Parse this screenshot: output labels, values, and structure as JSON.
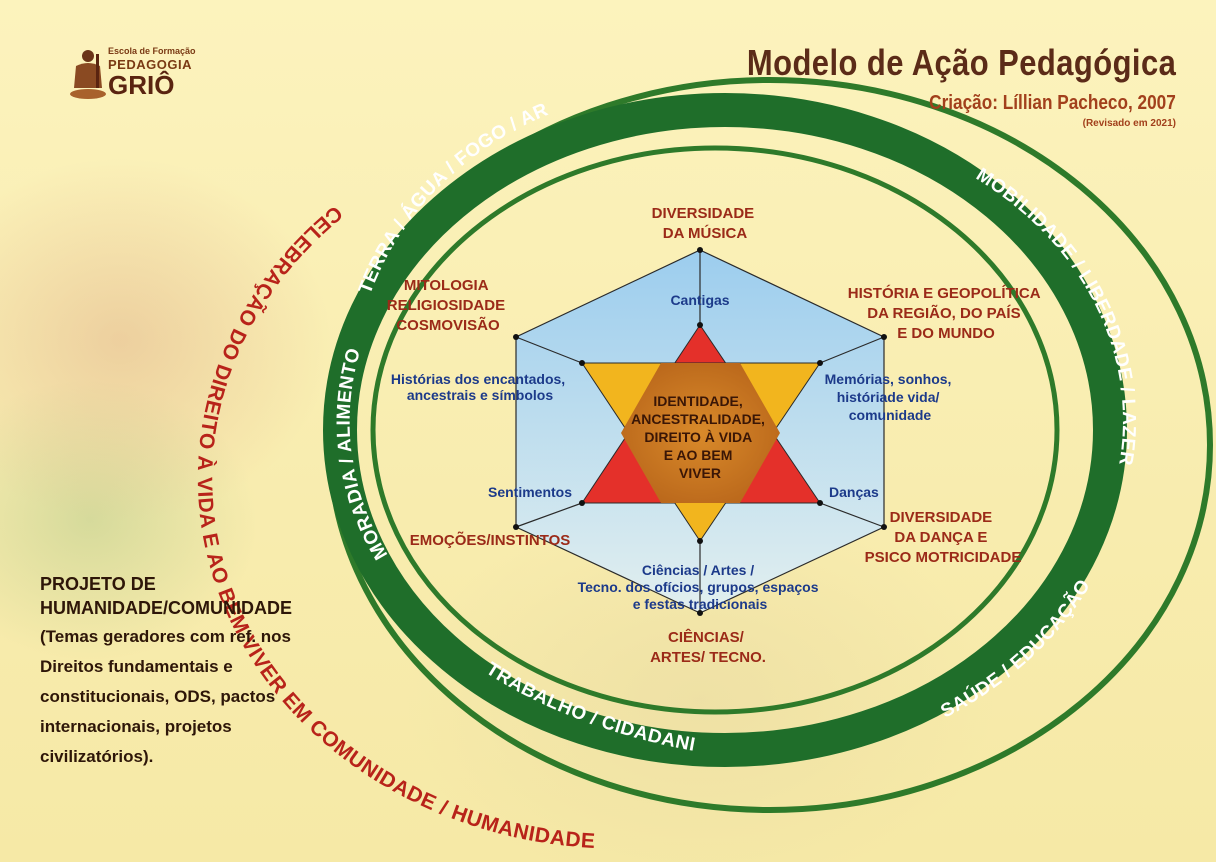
{
  "header": {
    "title": "Modelo de Ação Pedagógica",
    "subtitle": "Criação: Líllian Pacheco, 2007",
    "revised": "(Revisado em 2021)"
  },
  "logo": {
    "line1": "Escola de Formação",
    "line2": "PEDAGOGIA",
    "line3": "GRIÔ"
  },
  "rings": {
    "outer": "CELEBRAÇÃO DO DIREITO À VIDA E AO BEM VIVER EM COMUNIDADE / HUMANIDADE",
    "top_left": "TERRA / ÁGUA / FOGO / AR",
    "left": "MORADIA / ALIMENTO",
    "right": "MOBILIDADE / LIBERDADE / LAZER",
    "bottom": "TRABALHO / CIDADANIA",
    "bottom_right": "SAÚDE / EDUCAÇÃO"
  },
  "hexagon": {
    "outer_labels": {
      "top": [
        "DIVERSIDADE",
        "DA MÚSICA"
      ],
      "top_left": [
        "MITOLOGIA",
        "RELIGIOSIDADE",
        "COSMOVISÃO"
      ],
      "top_right": [
        "HISTÓRIA E GEOPOLÍTICA",
        "DA REGIÃO, DO PAÍS",
        "E DO MUNDO"
      ],
      "bottom_left": [
        "EMOÇÕES/INSTINTOS"
      ],
      "bottom_right": [
        "DIVERSIDADE",
        "DA DANÇA E",
        "PSICO MOTRICIDADE"
      ],
      "bottom": [
        "CIÊNCIAS/",
        "ARTES/ TECNO."
      ]
    },
    "inner_labels": {
      "top": [
        "Cantigas"
      ],
      "top_left": [
        "Histórias dos encantados,",
        "ancestrais e símbolos"
      ],
      "top_right": [
        "Memórias, sonhos,",
        "históriade vida/",
        "comunidade"
      ],
      "left": [
        "Sentimentos"
      ],
      "right": [
        "Danças"
      ],
      "bottom": [
        "Ciências / Artes /",
        "Tecno. dos ofícios, grupos, espaços",
        "e festas tradicionais"
      ]
    },
    "center": [
      "IDENTIDADE,",
      "ANCESTRALIDADE,",
      "DIREITO À VIDA",
      "E AO BEM",
      "VIVER"
    ]
  },
  "projeto": {
    "heading1": "PROJETO DE",
    "heading2": "HUMANIDADE/COMUNIDADE",
    "body": "(Temas geradores com ref. nos Direitos fundamentais e constitucionais, ODS, pactos internacionais, projetos civilizatórios)."
  },
  "colors": {
    "ring_green": "#1f6e2a",
    "outer_red": "#b8231a",
    "hex_top": "#9fd0ee",
    "hex_bottom": "#d9ebf3",
    "triangle_red": "#e4302a",
    "triangle_gold": "#f2b51e",
    "center_brown": "#c8731c"
  }
}
